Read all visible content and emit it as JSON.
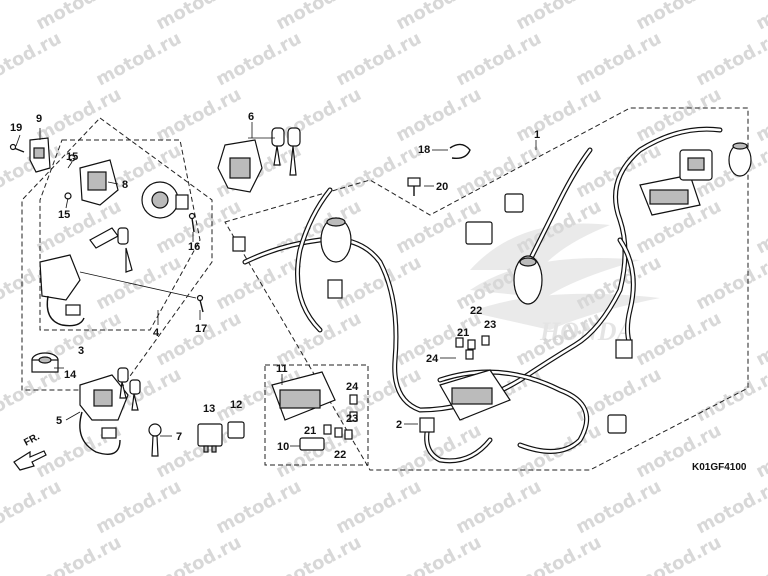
{
  "watermark": "motod.ru",
  "diagram_code": "K01GF4100",
  "direction_label": "FR.",
  "callouts": [
    {
      "id": "c1",
      "text": "1"
    },
    {
      "id": "c2",
      "text": "2"
    },
    {
      "id": "c3",
      "text": "3"
    },
    {
      "id": "c4",
      "text": "4"
    },
    {
      "id": "c5",
      "text": "5"
    },
    {
      "id": "c6",
      "text": "6"
    },
    {
      "id": "c7",
      "text": "7"
    },
    {
      "id": "c8",
      "text": "8"
    },
    {
      "id": "c9",
      "text": "9"
    },
    {
      "id": "c10",
      "text": "10"
    },
    {
      "id": "c11",
      "text": "11"
    },
    {
      "id": "c12",
      "text": "12"
    },
    {
      "id": "c13",
      "text": "13"
    },
    {
      "id": "c14",
      "text": "14"
    },
    {
      "id": "c15a",
      "text": "15"
    },
    {
      "id": "c15b",
      "text": "15"
    },
    {
      "id": "c16",
      "text": "16"
    },
    {
      "id": "c17",
      "text": "17"
    },
    {
      "id": "c18",
      "text": "18"
    },
    {
      "id": "c19",
      "text": "19"
    },
    {
      "id": "c20",
      "text": "20"
    },
    {
      "id": "c21a",
      "text": "21"
    },
    {
      "id": "c21b",
      "text": "21"
    },
    {
      "id": "c22a",
      "text": "22"
    },
    {
      "id": "c22b",
      "text": "22"
    },
    {
      "id": "c23a",
      "text": "23"
    },
    {
      "id": "c23b",
      "text": "23"
    },
    {
      "id": "c24a",
      "text": "24"
    },
    {
      "id": "c24b",
      "text": "24"
    }
  ]
}
